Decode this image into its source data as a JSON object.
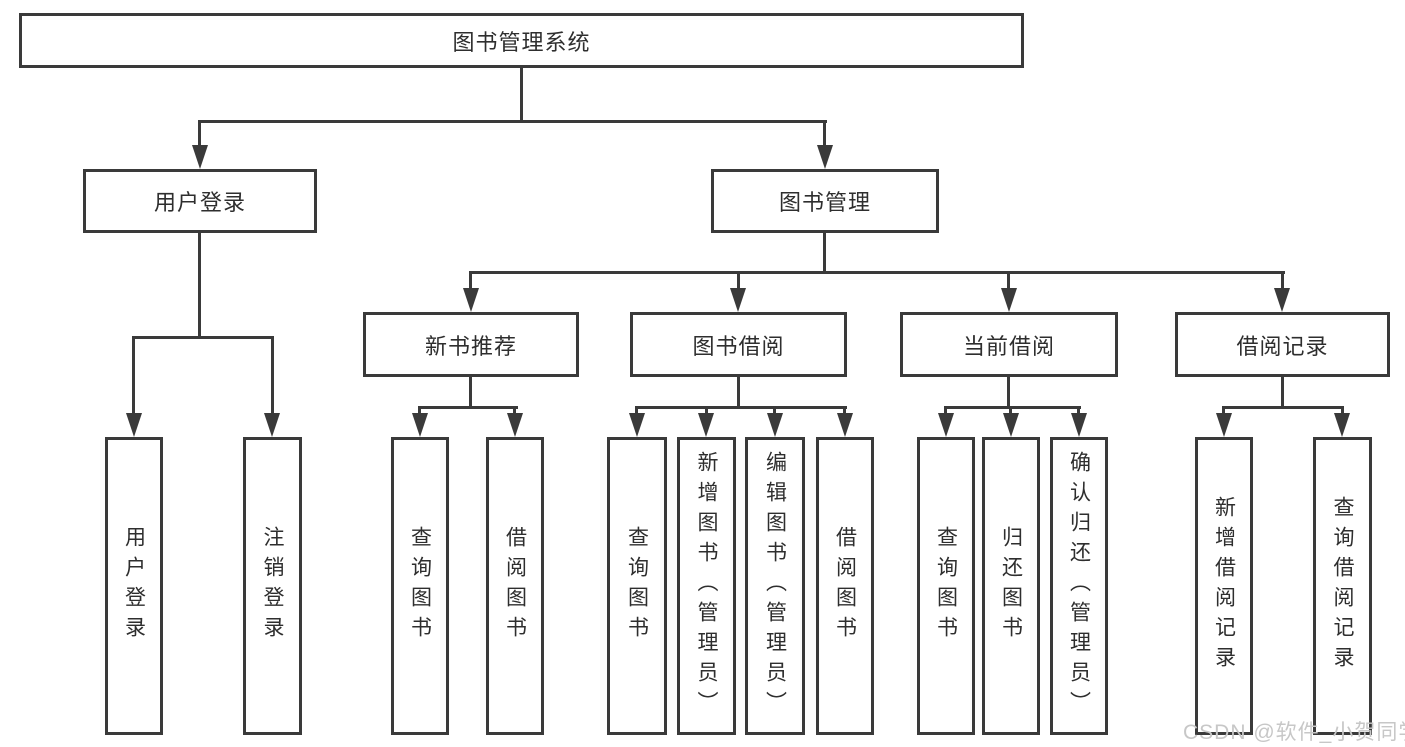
{
  "diagram": {
    "root": {
      "label": "图书管理系统"
    },
    "level2": [
      {
        "label": "用户登录"
      },
      {
        "label": "图书管理"
      }
    ],
    "level3": [
      {
        "label": "新书推荐"
      },
      {
        "label": "图书借阅"
      },
      {
        "label": "当前借阅"
      },
      {
        "label": "借阅记录"
      }
    ],
    "leaves": {
      "user_login": [
        "用户登录",
        "注销登录"
      ],
      "new_book": [
        "查询图书",
        "借阅图书"
      ],
      "book_borrow": [
        "查询图书",
        "新增图书（管理员）",
        "编辑图书（管理员）",
        "借阅图书"
      ],
      "current_borrow": [
        "查询图书",
        "归还图书",
        "确认归还（管理员）"
      ],
      "borrow_records": [
        "新增借阅记录",
        "查询借阅记录"
      ]
    }
  },
  "watermark": {
    "text": "CSDN @软件_小贺同学"
  },
  "colors": {
    "line": "#3a3a3a",
    "box_background": "#ffffff",
    "text": "#2e2e2e",
    "watermark": "#c7c7c7",
    "background": "#ffffff"
  }
}
